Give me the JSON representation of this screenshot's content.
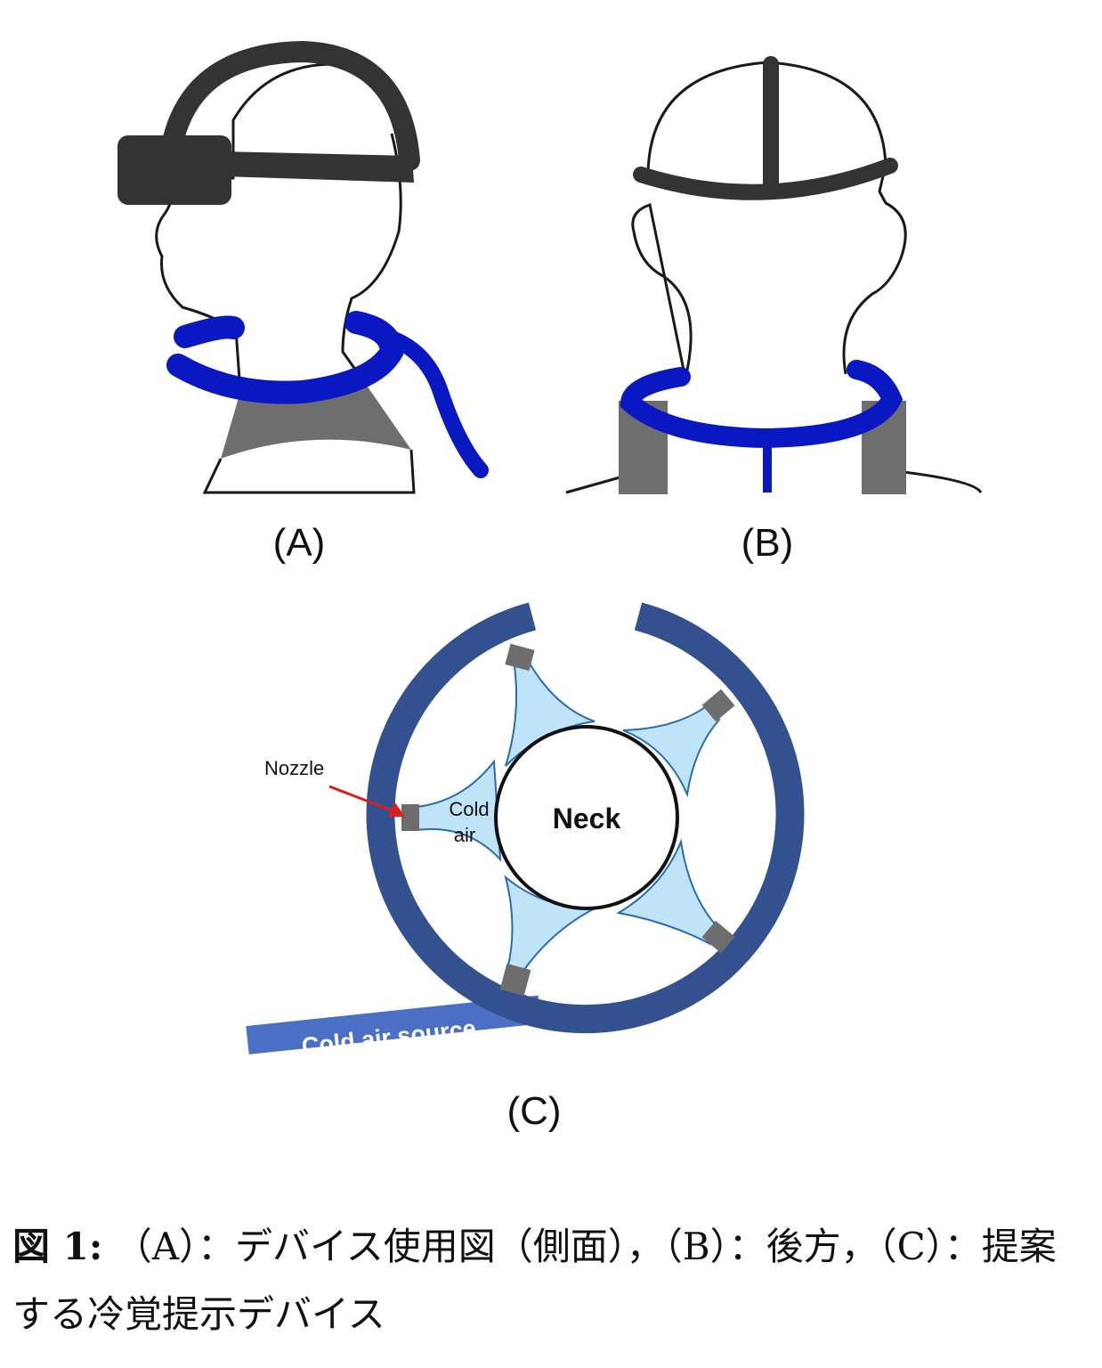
{
  "panels": {
    "a": {
      "label": "(A)"
    },
    "b": {
      "label": "(B)"
    },
    "c": {
      "label": "(C)",
      "nozzle_label": "Nozzle",
      "cold_air_line1": "Cold",
      "cold_air_line2": "air",
      "neck_label": "Neck",
      "source_label": "Cold air source"
    }
  },
  "colors": {
    "outline": "#1a1a1a",
    "strap": "#333333",
    "neck_band": "#0a18c2",
    "shoulder_gray": "#6e6e6e",
    "ring": "#34518f",
    "nozzle": "#6d6d6d",
    "cold_air_fill": "#bfe4f7",
    "source_tube": "#4a6fc4",
    "arrow": "#d92020"
  },
  "caption": {
    "figure_number": "図 1:",
    "text": "（A）：デバイス使用図（側面），（B）：後方，（C）：提案する冷覚提示デバイス"
  }
}
